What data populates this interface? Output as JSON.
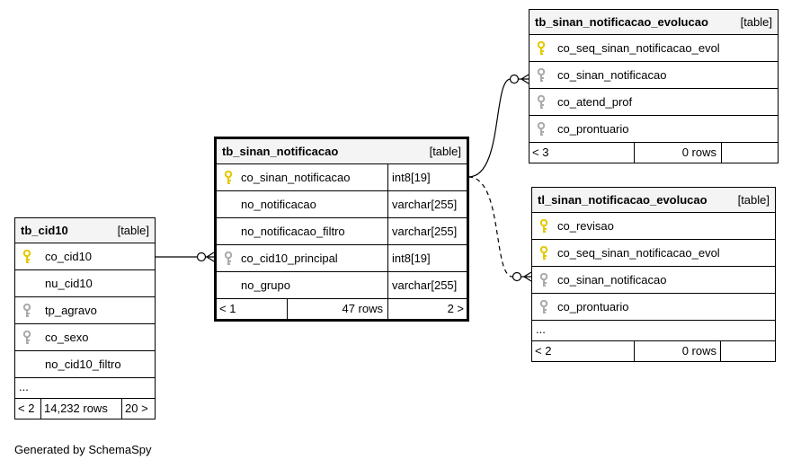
{
  "footer_text": "Generated by SchemaSpy",
  "colors": {
    "primary_key": "#e6c700",
    "foreign_key": "#aaaaaa",
    "header_bg": "#f4f4f4"
  },
  "tables": {
    "tb_cid10": {
      "name": "tb_cid10",
      "kind": "[table]",
      "columns": [
        {
          "name": "co_cid10",
          "key": "primary"
        },
        {
          "name": "nu_cid10",
          "key": ""
        },
        {
          "name": "tp_agravo",
          "key": "foreign"
        },
        {
          "name": "co_sexo",
          "key": "foreign"
        },
        {
          "name": "no_cid10_filtro",
          "key": ""
        }
      ],
      "ellipsis": "...",
      "footer": {
        "parents": "< 2",
        "rows": "14,232 rows",
        "children": "20 >"
      }
    },
    "tb_sinan_notificacao": {
      "name": "tb_sinan_notificacao",
      "kind": "[table]",
      "columns": [
        {
          "name": "co_sinan_notificacao",
          "type": "int8[19]",
          "key": "primary"
        },
        {
          "name": "no_notificacao",
          "type": "varchar[255]",
          "key": ""
        },
        {
          "name": "no_notificacao_filtro",
          "type": "varchar[255]",
          "key": ""
        },
        {
          "name": "co_cid10_principal",
          "type": "int8[19]",
          "key": "foreign"
        },
        {
          "name": "no_grupo",
          "type": "varchar[255]",
          "key": ""
        }
      ],
      "footer": {
        "parents": "< 1",
        "rows": "47 rows",
        "children": "2 >"
      }
    },
    "tb_sinan_notificacao_evolucao": {
      "name": "tb_sinan_notificacao_evolucao",
      "kind": "[table]",
      "columns": [
        {
          "name": "co_seq_sinan_notificacao_evol",
          "key": "primary"
        },
        {
          "name": "co_sinan_notificacao",
          "key": "foreign"
        },
        {
          "name": "co_atend_prof",
          "key": "foreign"
        },
        {
          "name": "co_prontuario",
          "key": "foreign"
        }
      ],
      "footer": {
        "parents": "< 3",
        "rows": "0 rows",
        "children": ""
      }
    },
    "tl_sinan_notificacao_evolucao": {
      "name": "tl_sinan_notificacao_evolucao",
      "kind": "[table]",
      "columns": [
        {
          "name": "co_revisao",
          "key": "primary"
        },
        {
          "name": "co_seq_sinan_notificacao_evol",
          "key": "primary"
        },
        {
          "name": "co_sinan_notificacao",
          "key": "foreign"
        },
        {
          "name": "co_prontuario",
          "key": "foreign"
        }
      ],
      "ellipsis": "...",
      "footer": {
        "parents": "< 2",
        "rows": "0 rows",
        "children": ""
      }
    }
  },
  "relationships": [
    {
      "from": "tb_cid10.co_cid10",
      "to": "tb_sinan_notificacao.co_cid10_principal",
      "style": "solid"
    },
    {
      "from": "tb_sinan_notificacao.co_sinan_notificacao",
      "to": "tb_sinan_notificacao_evolucao.co_sinan_notificacao",
      "style": "solid"
    },
    {
      "from": "tb_sinan_notificacao.co_sinan_notificacao",
      "to": "tl_sinan_notificacao_evolucao.co_sinan_notificacao",
      "style": "dashed"
    }
  ]
}
